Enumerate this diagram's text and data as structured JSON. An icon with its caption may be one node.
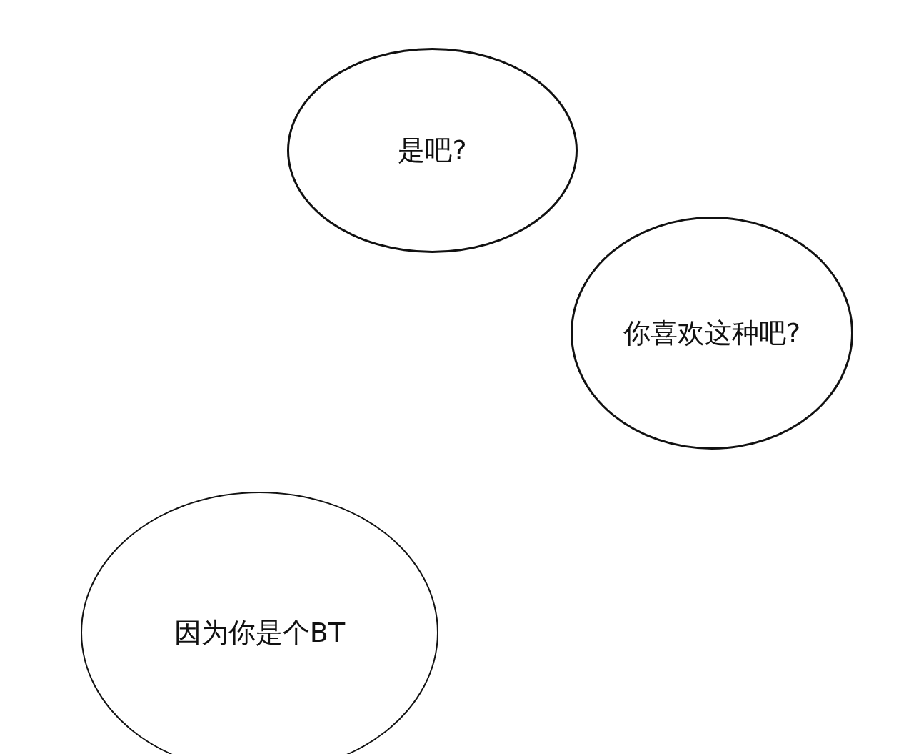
{
  "diagram": {
    "nodes": [
      {
        "text": [
          "是吧?"
        ]
      },
      {
        "text": [
          "你喜欢这种吧?"
        ]
      },
      {
        "text": [
          "因为你是个BT"
        ]
      }
    ]
  }
}
